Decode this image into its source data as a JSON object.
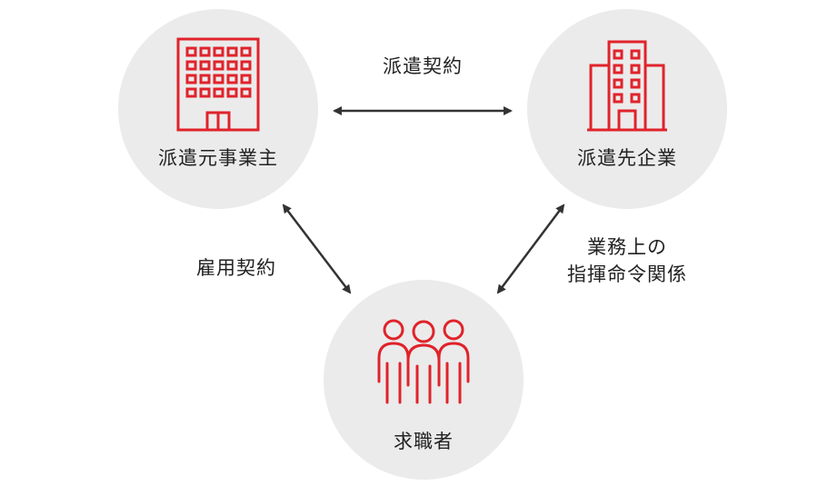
{
  "nodes": {
    "dispatcher": {
      "label": "派遣元事業主",
      "icon": "office-building-icon"
    },
    "client": {
      "label": "派遣先企業",
      "icon": "office-building-icon"
    },
    "worker": {
      "label": "求職者",
      "icon": "group-of-people-icon"
    }
  },
  "edges": {
    "dispatch_contract": {
      "label": "派遣契約"
    },
    "employment_contract": {
      "label": "雇用契約"
    },
    "command_relation": {
      "line1": "業務上の",
      "line2": "指揮命令関係"
    }
  },
  "colors": {
    "icon": "#e0232b",
    "circle": "#ebebeb",
    "arrow": "#333333",
    "text": "#222222"
  }
}
